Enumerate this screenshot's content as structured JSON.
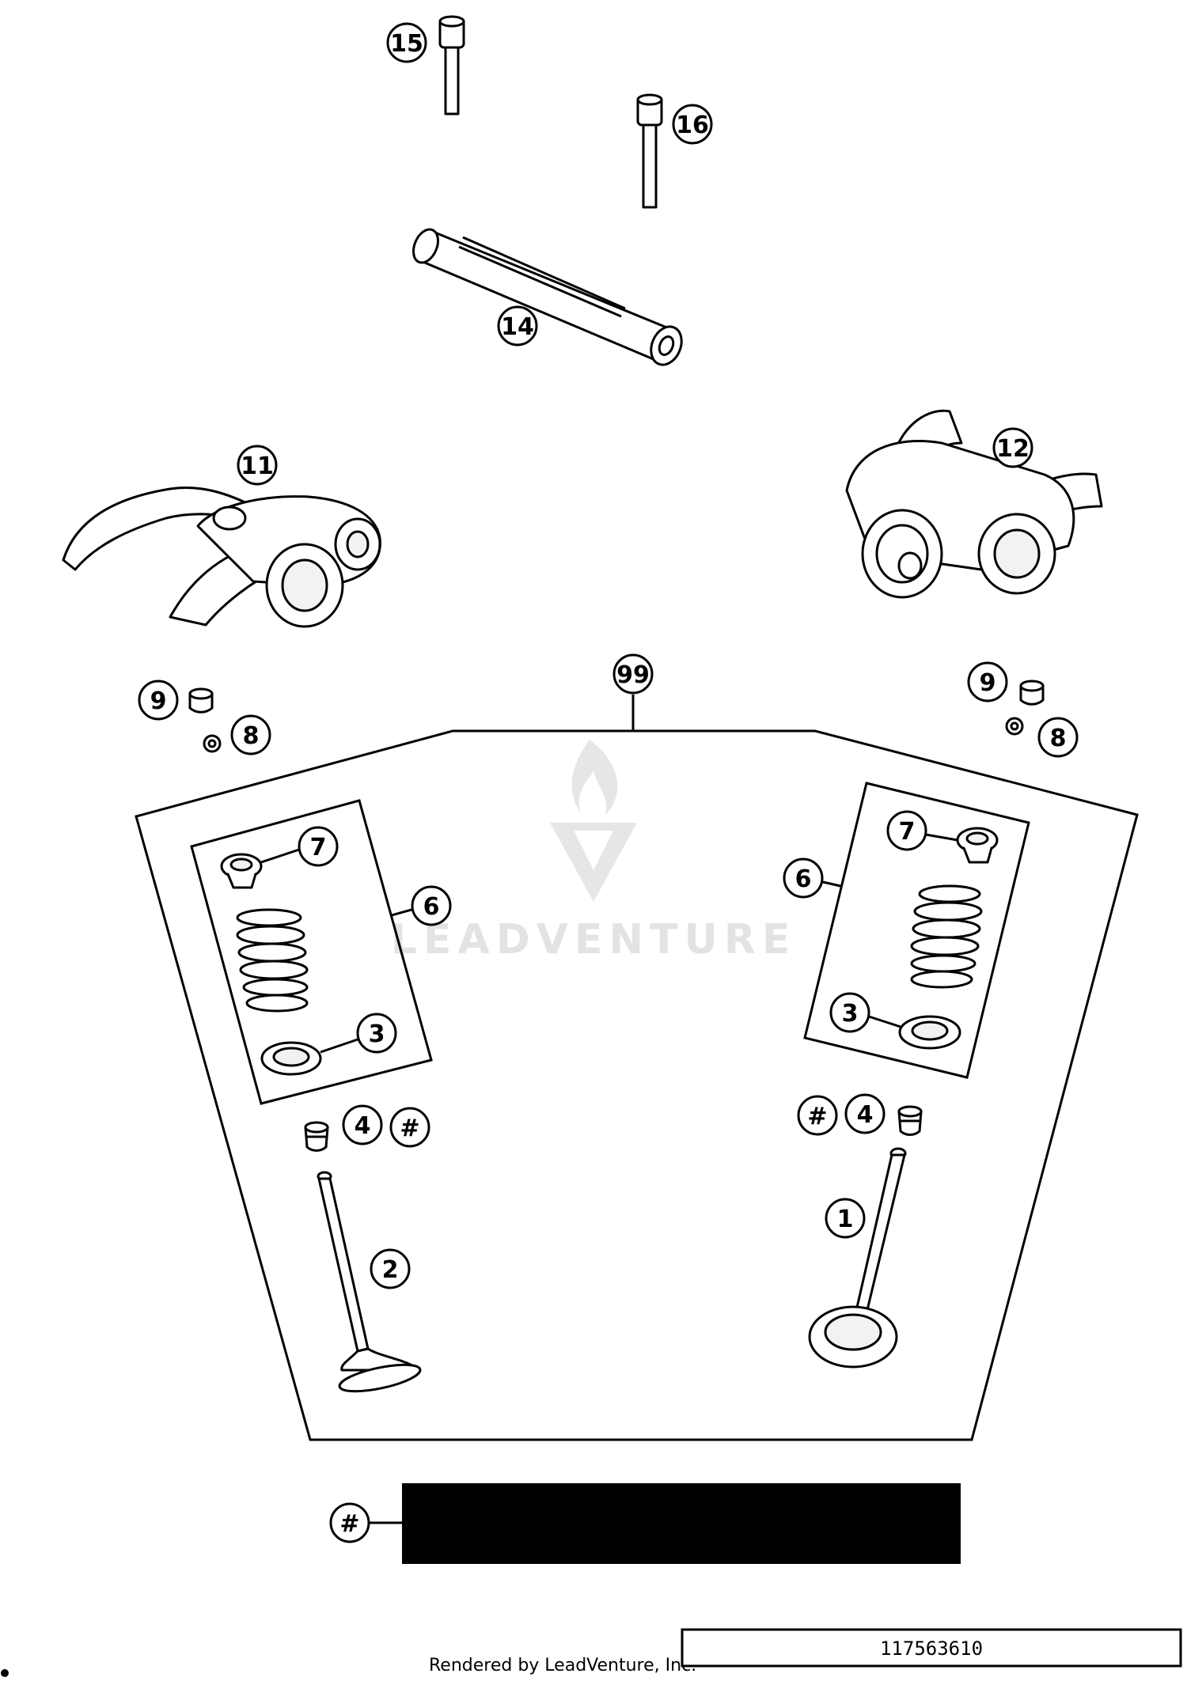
{
  "callouts": {
    "c15": "15",
    "c16": "16",
    "c14": "14",
    "c11": "11",
    "c12": "12",
    "c99": "99",
    "c9_left": "9",
    "c8_left": "8",
    "c9_right": "9",
    "c8_right": "8",
    "c7_left": "7",
    "c6_left": "6",
    "c3_left": "3",
    "c4_left": "4",
    "hash_left": "#",
    "c2": "2",
    "c7_right": "7",
    "c6_right": "6",
    "c3_right": "3",
    "hash_right": "#",
    "c4_right": "4",
    "c1": "1",
    "hash_legend": "#"
  },
  "watermark": "LEADVENTURE",
  "footer": {
    "credit": "Rendered by LeadVenture, Inc.",
    "diagram_number": "117563610"
  },
  "colors": {
    "line": "#000000",
    "background": "#ffffff",
    "legend_bar": "#000000",
    "watermark": "#e3e3e3"
  }
}
